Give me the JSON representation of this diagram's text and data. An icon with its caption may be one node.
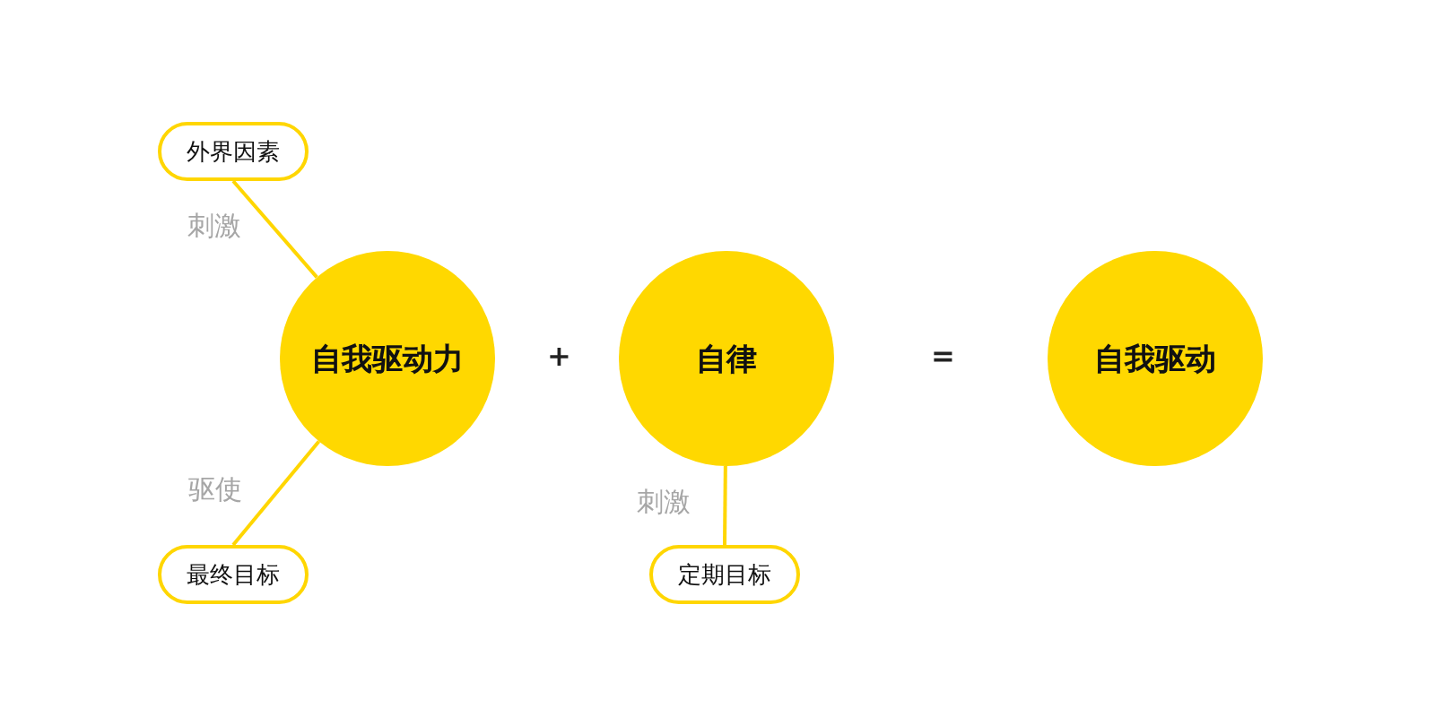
{
  "diagram": {
    "nodes": [
      {
        "text": [
          "外界因素"
        ]
      },
      {
        "text": [
          "自我驱动力"
        ]
      },
      {
        "text": [
          "最终目标"
        ]
      },
      {
        "text": [
          "自律"
        ]
      },
      {
        "text": [
          "定期目标"
        ]
      },
      {
        "text": [
          "自我驱动"
        ]
      }
    ],
    "edges": [
      {
        "from": 0,
        "to": 1,
        "arrow": "none",
        "label": "刺激"
      },
      {
        "from": 1,
        "to": 2,
        "arrow": "none",
        "label": "驱使"
      },
      {
        "from": 3,
        "to": 4,
        "arrow": "none",
        "label": "刺激"
      }
    ],
    "labels": [
      "+",
      "="
    ]
  }
}
